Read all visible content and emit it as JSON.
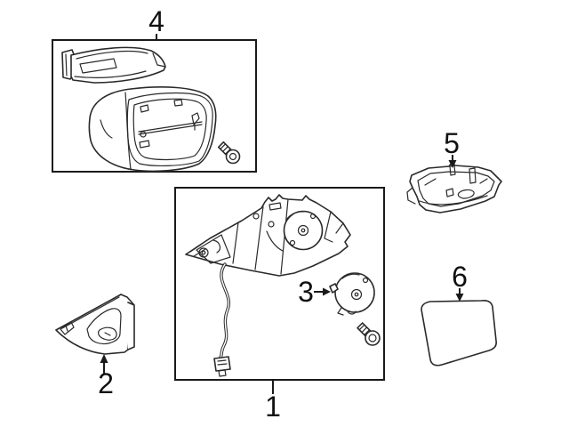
{
  "diagram": {
    "background_color": "#ffffff",
    "line_color": "#2a2a2a",
    "label_color": "#111111"
  },
  "callouts": [
    {
      "label": "1"
    },
    {
      "label": "2"
    },
    {
      "label": "3"
    },
    {
      "label": "4"
    },
    {
      "label": "5"
    },
    {
      "label": "6"
    }
  ]
}
